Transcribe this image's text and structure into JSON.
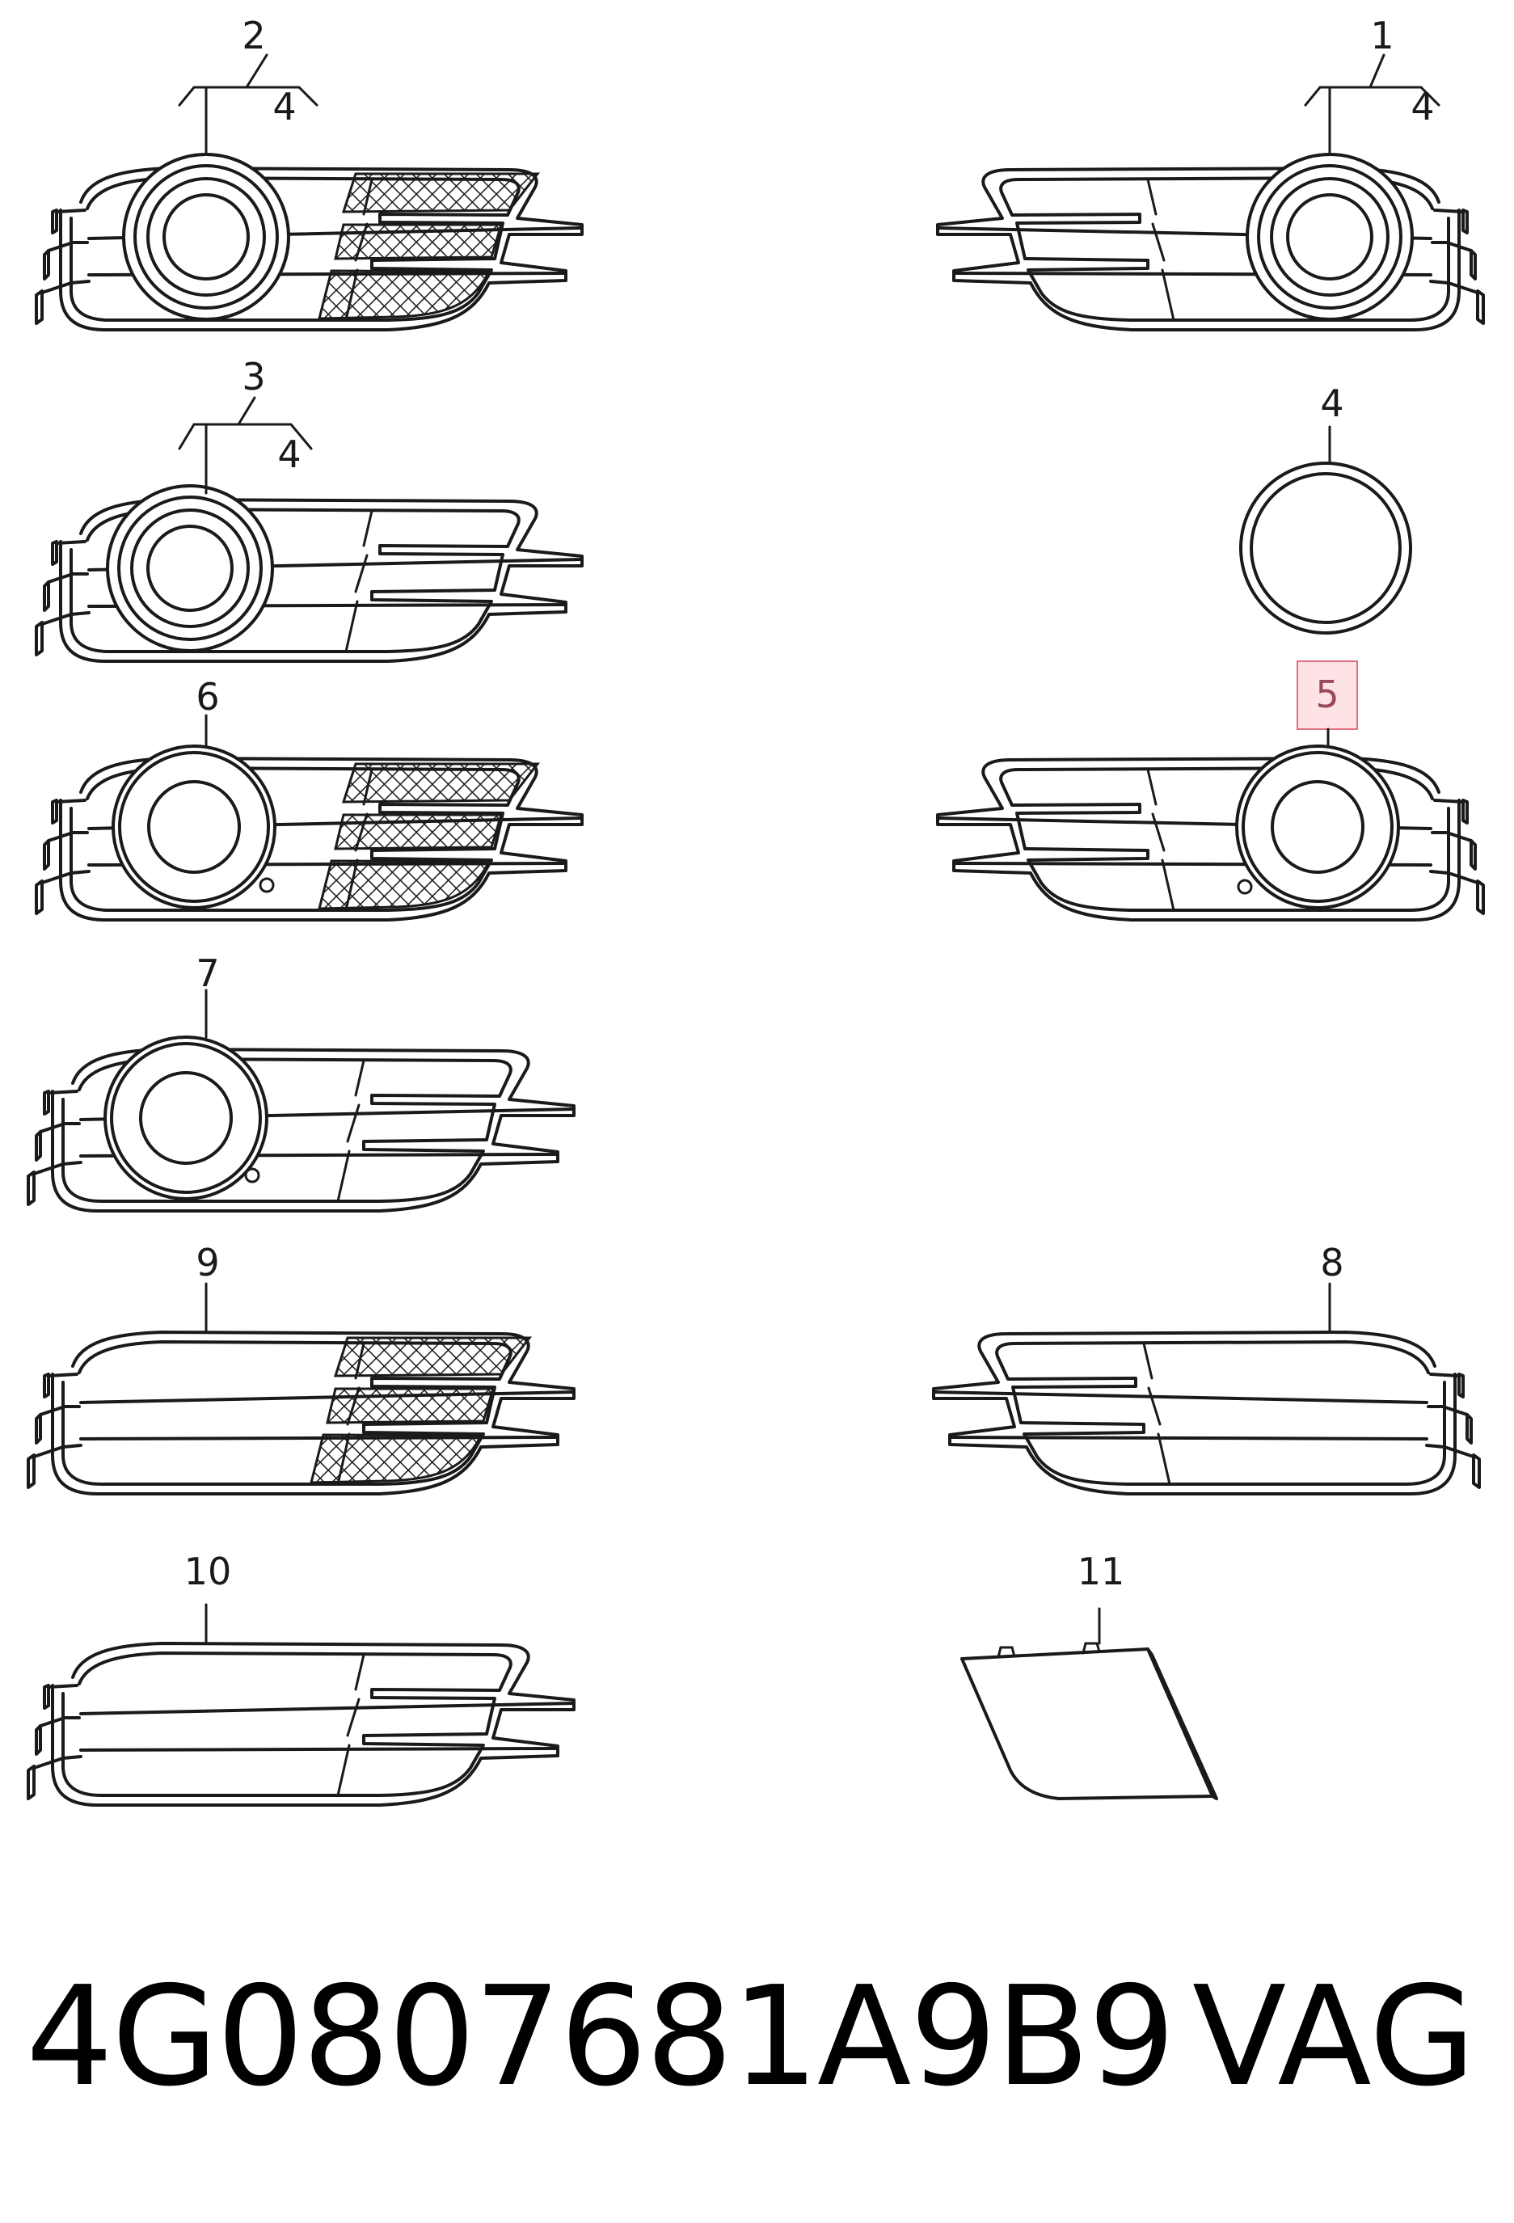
{
  "labels": {
    "p1": "1",
    "p1_sub": "4",
    "p2": "2",
    "p2_sub": "4",
    "p3": "3",
    "p3_sub": "4",
    "p4": "4",
    "p5": "5",
    "p6": "6",
    "p7": "7",
    "p8": "8",
    "p9": "9",
    "p10": "10",
    "p11": "11"
  },
  "highlighted_label": "5",
  "footer": {
    "part_number": "4G0807681A9B9",
    "brand": "VAG"
  },
  "colors": {
    "line": "#1a1a1a",
    "highlight_fill": "#fde3e6",
    "highlight_border": "#e0707e",
    "highlight_text": "#9a4a55"
  }
}
